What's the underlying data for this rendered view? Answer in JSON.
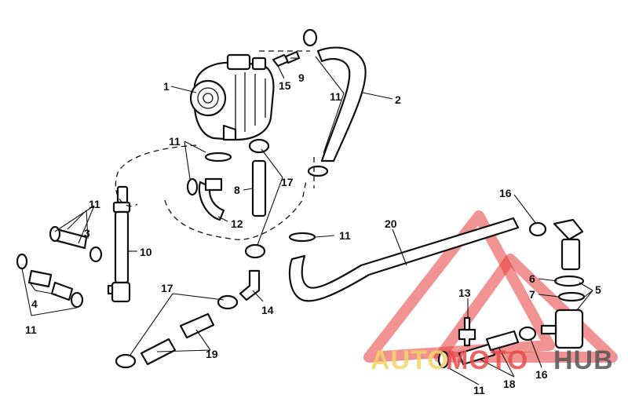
{
  "diagram": {
    "part_labels": {
      "p1": "1",
      "p2": "2",
      "p3": "3",
      "p4": "4",
      "p5": "5",
      "p6": "6",
      "p7": "7",
      "p8": "8",
      "p9": "9",
      "p10": "10",
      "p11a": "11",
      "p11b": "11",
      "p11c": "11",
      "p11d": "11",
      "p11e": "11",
      "p11f": "11",
      "p12": "12",
      "p13": "13",
      "p14": "14",
      "p15": "15",
      "p16a": "16",
      "p16b": "16",
      "p17a": "17",
      "p17b": "17",
      "p18": "18",
      "p19": "19",
      "p20": "20"
    }
  },
  "watermark": {
    "word_auto": "AUTO",
    "word_moto": "MOTO",
    "word_hub": "HUB",
    "color_red": "#e63b3b",
    "color_yellow": "#f3d56b",
    "color_gray": "#555555"
  }
}
